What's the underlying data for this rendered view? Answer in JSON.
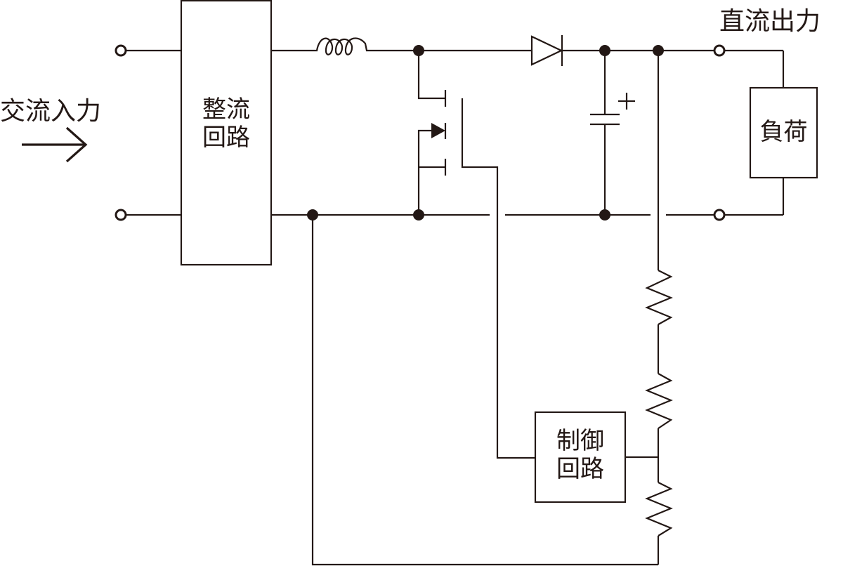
{
  "diagram": {
    "title": "Boost PFC converter block diagram",
    "stroke_color": "#231815",
    "background": "#ffffff",
    "labels": {
      "ac_input": "交流入力",
      "dc_output": "直流出力",
      "rectifier_line1": "整流",
      "rectifier_line2": "回路",
      "load": "負荷",
      "control_line1": "制御",
      "control_line2": "回路",
      "capacitor_polarity": "+"
    },
    "components": [
      {
        "id": "ac-terminal-top",
        "type": "terminal"
      },
      {
        "id": "ac-terminal-bottom",
        "type": "terminal"
      },
      {
        "id": "rectifier",
        "type": "block",
        "label": "整流回路"
      },
      {
        "id": "inductor",
        "type": "inductor"
      },
      {
        "id": "mosfet",
        "type": "n-channel MOSFET"
      },
      {
        "id": "diode",
        "type": "diode"
      },
      {
        "id": "capacitor",
        "type": "polarized capacitor"
      },
      {
        "id": "resistor-1",
        "type": "resistor"
      },
      {
        "id": "resistor-2",
        "type": "resistor"
      },
      {
        "id": "resistor-3",
        "type": "resistor"
      },
      {
        "id": "control",
        "type": "block",
        "label": "制御回路"
      },
      {
        "id": "dc-terminal-top",
        "type": "terminal"
      },
      {
        "id": "dc-terminal-bottom",
        "type": "terminal"
      },
      {
        "id": "load",
        "type": "block",
        "label": "負荷"
      }
    ]
  }
}
